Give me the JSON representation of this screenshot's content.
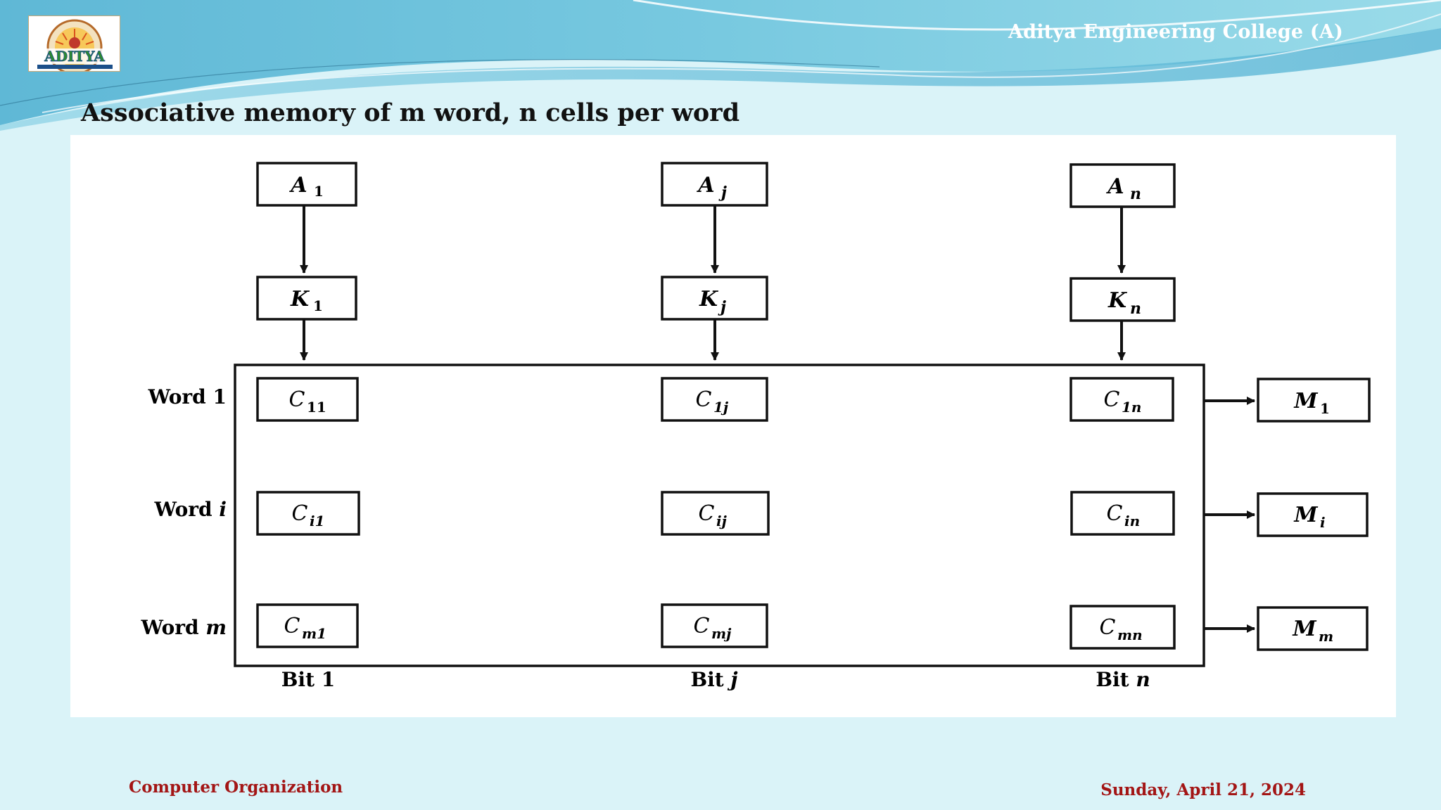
{
  "header": {
    "college_name": "Aditya Engineering College  (A)",
    "logo_text": "ADITYA"
  },
  "slide": {
    "title": "Associative memory of m word, n cells per word"
  },
  "diagram": {
    "argument_registers": [
      {
        "letter": "A",
        "sub": "1"
      },
      {
        "letter": "A",
        "sub": "j"
      },
      {
        "letter": "A",
        "sub": "n"
      }
    ],
    "key_registers": [
      {
        "letter": "K",
        "sub": "1"
      },
      {
        "letter": "K",
        "sub": "j"
      },
      {
        "letter": "K",
        "sub": "n"
      }
    ],
    "word_labels": [
      {
        "text": "Word ",
        "var": "1"
      },
      {
        "text": "Word ",
        "var": "i"
      },
      {
        "text": "Word ",
        "var": "m"
      }
    ],
    "cells": [
      [
        {
          "letter": "C",
          "sub": "11"
        },
        {
          "letter": "C",
          "sub": "1j"
        },
        {
          "letter": "C",
          "sub": "1n"
        }
      ],
      [
        {
          "letter": "C",
          "sub": "i1"
        },
        {
          "letter": "C",
          "sub": "ij"
        },
        {
          "letter": "C",
          "sub": "in"
        }
      ],
      [
        {
          "letter": "C",
          "sub": "m1"
        },
        {
          "letter": "C",
          "sub": "mj"
        },
        {
          "letter": "C",
          "sub": "mn"
        }
      ]
    ],
    "match_registers": [
      {
        "letter": "M",
        "sub": "1"
      },
      {
        "letter": "M",
        "sub": "i"
      },
      {
        "letter": "M",
        "sub": "m"
      }
    ],
    "bit_labels": [
      {
        "text": "Bit ",
        "var": "1"
      },
      {
        "text": "Bit ",
        "var": "j"
      },
      {
        "text": "Bit ",
        "var": "n"
      }
    ]
  },
  "footer": {
    "course": "Computer Organization",
    "date": "Sunday, April 21, 2024"
  },
  "colors": {
    "background": "#daf3f8",
    "header_wave": "#6fc3dc",
    "footer_text": "#a31515"
  }
}
